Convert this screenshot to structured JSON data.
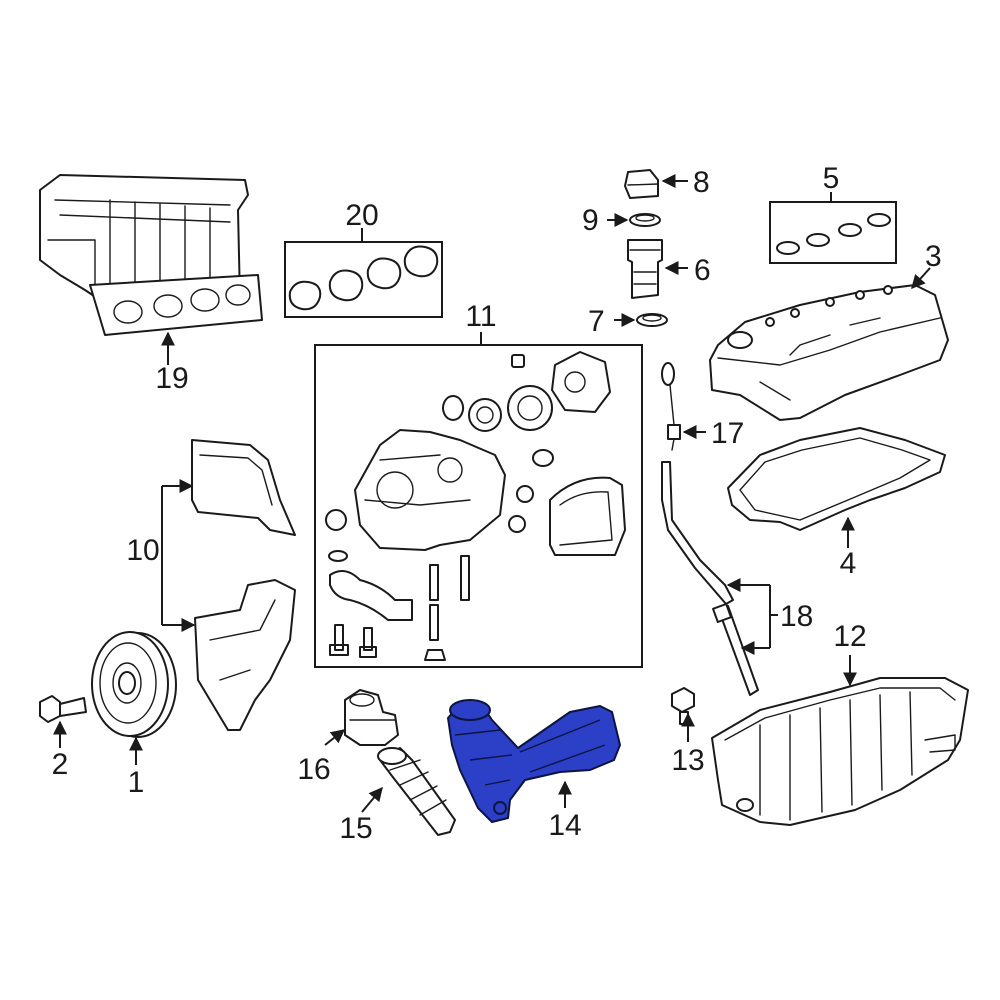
{
  "diagram": {
    "highlight_color": "#2b3fc7",
    "line_color": "#1a1a1a",
    "background": "#ffffff",
    "callouts": {
      "c1": "1",
      "c2": "2",
      "c3": "3",
      "c4": "4",
      "c5": "5",
      "c6": "6",
      "c7": "7",
      "c8": "8",
      "c9": "9",
      "c10": "10",
      "c11": "11",
      "c12": "12",
      "c13": "13",
      "c14": "14",
      "c15": "15",
      "c16": "16",
      "c17": "17",
      "c18": "18",
      "c19": "19",
      "c20": "20"
    },
    "highlighted_part": "14"
  }
}
